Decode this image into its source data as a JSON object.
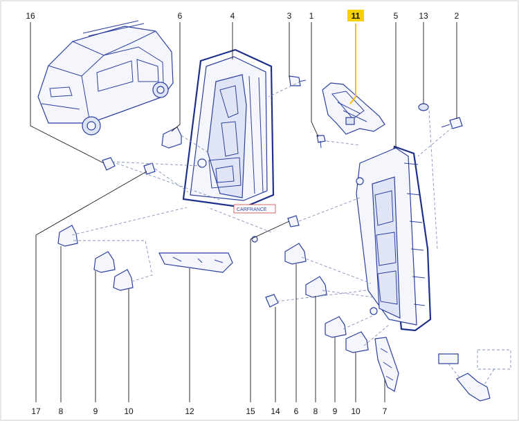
{
  "labels": {
    "top": [
      "16",
      "6",
      "4",
      "3",
      "1",
      "11",
      "5",
      "13",
      "2"
    ],
    "bottom": [
      "17",
      "8",
      "9",
      "10",
      "12",
      "15",
      "14",
      "6",
      "8",
      "9",
      "10",
      "7"
    ]
  },
  "highlighted_part": "11",
  "watermark": "CARFRANCE",
  "colors": {
    "line_art": "#2b3fa0",
    "highlight": "#f6d000",
    "highlight_leader": "#f2c200",
    "leader": "#1a1a1a"
  }
}
